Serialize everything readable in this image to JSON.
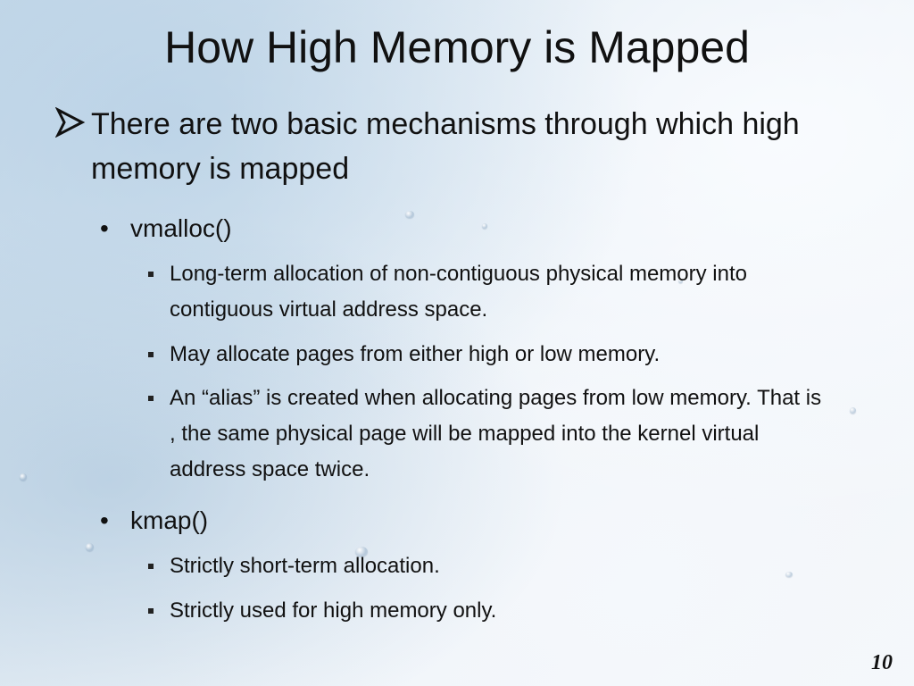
{
  "slide": {
    "title": "How High Memory is Mapped",
    "page_number": "10",
    "bullets": {
      "main": "There are two basic mechanisms through which high memory is mapped",
      "vmalloc": {
        "label": "vmalloc()",
        "items": [
          "Long-term allocation of non-contiguous physical memory into contiguous virtual address space.",
          "May allocate pages from either high or low memory.",
          "An “alias” is created when allocating pages from low memory. That is , the same physical page will be mapped into the kernel virtual address space twice."
        ]
      },
      "kmap": {
        "label": "kmap()",
        "items": [
          "Strictly short-term allocation.",
          "Strictly used for high memory only."
        ]
      }
    },
    "icons": {
      "level1_bullet": "arrow-bullet-icon",
      "level2_bullet": "round-bullet",
      "level3_bullet": "square-bullet"
    }
  }
}
